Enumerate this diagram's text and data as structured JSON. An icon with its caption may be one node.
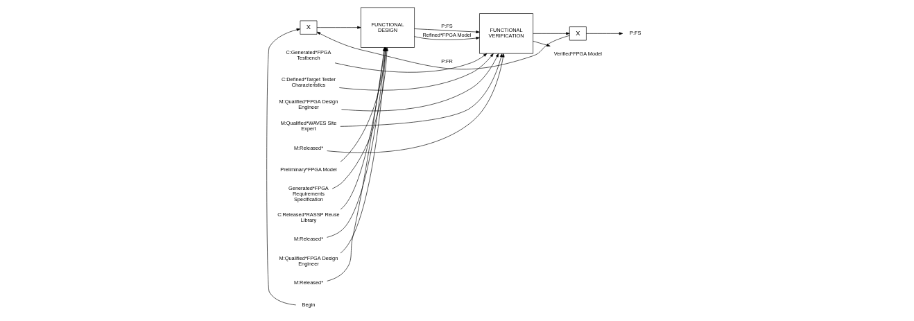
{
  "diagram": {
    "nodes": [
      {
        "text": [
          "X"
        ]
      },
      {
        "text": [
          "FUNCTIONAL DESIGN"
        ]
      },
      {
        "text": [
          "FUNCTIONAL VERIFICATION"
        ]
      },
      {
        "text": [
          "X"
        ]
      },
      {
        "text": [
          "Begin"
        ]
      },
      {
        "text": [
          "Preliminary*FPGA Model"
        ]
      },
      {
        "text": [
          "Generated*FPGA Requirements Specification"
        ]
      },
      {
        "text": [
          "C:Released*RASSP Reuse Library"
        ]
      },
      {
        "text": [
          "M:Released*"
        ]
      },
      {
        "text": [
          "M:Qualified*FPGA Design Engineer"
        ]
      },
      {
        "text": [
          "M:Released*"
        ]
      },
      {
        "text": [
          "C:Generated*FPGA Testbench"
        ]
      },
      {
        "text": [
          "C:Defined*Target Tester Characteristics"
        ]
      },
      {
        "text": [
          "M:Qualified*FPGA Design Engineer"
        ]
      },
      {
        "text": [
          "M:Qualified*WAVES Site Expert"
        ]
      },
      {
        "text": [
          "M:Released*"
        ]
      },
      {
        "text": [
          "P:FS"
        ]
      },
      {
        "text": [
          "Verified*FPGA Model"
        ]
      }
    ],
    "edges": [
      {
        "from": 4,
        "to": 0,
        "arrow": "to"
      },
      {
        "from": 0,
        "to": 1,
        "arrow": "to"
      },
      {
        "from": 5,
        "to": 1,
        "arrow": "to"
      },
      {
        "from": 6,
        "to": 1,
        "arrow": "to"
      },
      {
        "from": 7,
        "to": 1,
        "arrow": "to"
      },
      {
        "from": 8,
        "to": 1,
        "arrow": "to"
      },
      {
        "from": 9,
        "to": 1,
        "arrow": "to"
      },
      {
        "from": 10,
        "to": 1,
        "arrow": "to"
      },
      {
        "from": 1,
        "to": 2,
        "arrow": "to",
        "label": "P:FS"
      },
      {
        "from": 1,
        "to": 2,
        "arrow": "to",
        "label": "Refined*FPGA Model"
      },
      {
        "from": 11,
        "to": 2,
        "arrow": "to"
      },
      {
        "from": 12,
        "to": 2,
        "arrow": "to"
      },
      {
        "from": 13,
        "to": 2,
        "arrow": "to"
      },
      {
        "from": 14,
        "to": 2,
        "arrow": "to"
      },
      {
        "from": 15,
        "to": 2,
        "arrow": "to"
      },
      {
        "from": 2,
        "to": 3,
        "arrow": "to"
      },
      {
        "from": 3,
        "to": 16,
        "arrow": "to"
      },
      {
        "from": 2,
        "to": 17,
        "arrow": "to"
      },
      {
        "from": 3,
        "to": 0,
        "arrow": "to",
        "label": "P:FR"
      }
    ]
  }
}
